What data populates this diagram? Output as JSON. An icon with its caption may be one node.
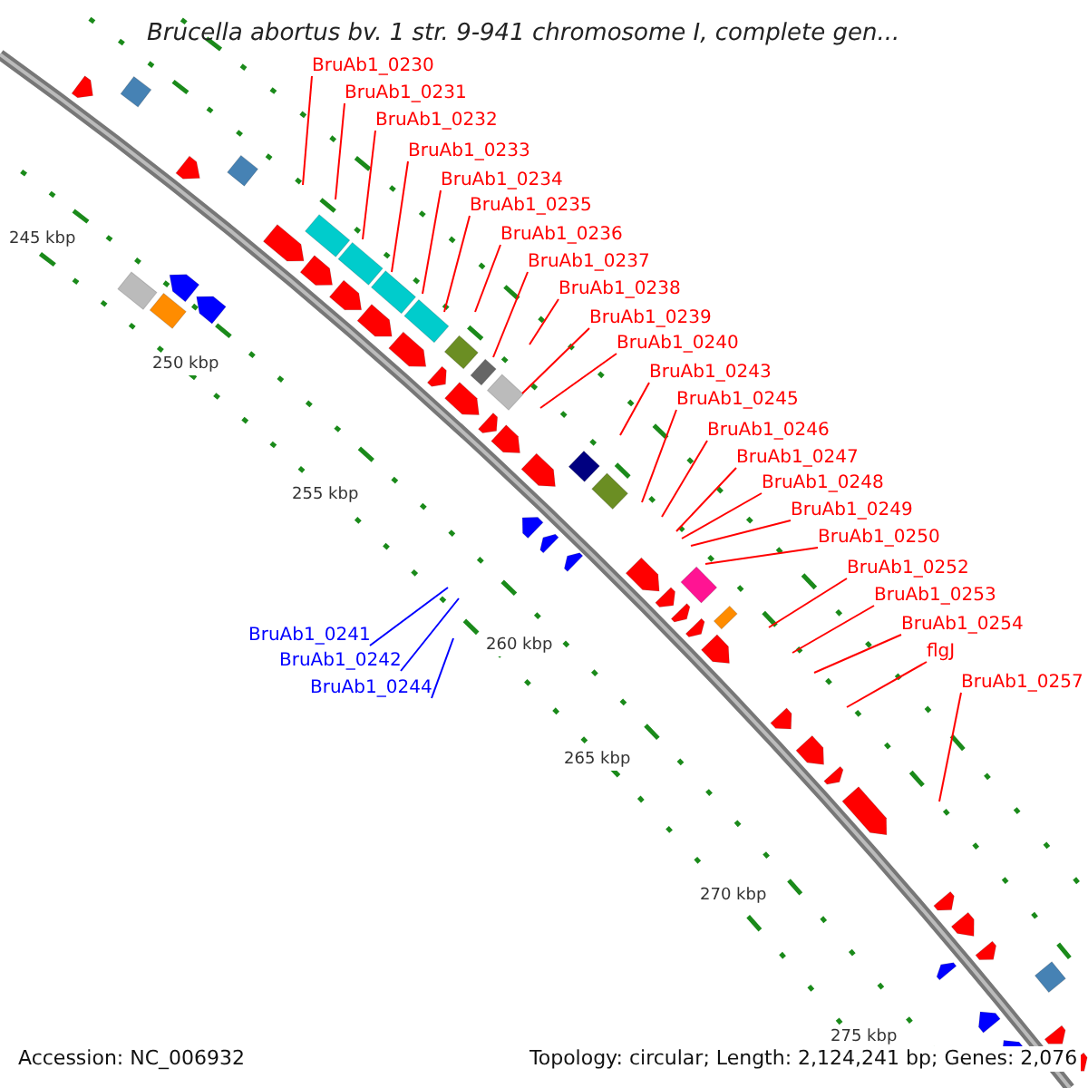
{
  "diagram": {
    "title": "Brucella abortus bv. 1 str. 9-941 chromosome I, complete gen...",
    "nodes": [
      {
        "text": [
          "BruAb1_0230"
        ]
      },
      {
        "text": [
          "BruAb1_0231"
        ]
      },
      {
        "text": [
          "BruAb1_0232"
        ]
      },
      {
        "text": [
          "BruAb1_0233"
        ]
      },
      {
        "text": [
          "BruAb1_0234"
        ]
      },
      {
        "text": [
          "BruAb1_0235"
        ]
      },
      {
        "text": [
          "BruAb1_0236"
        ]
      },
      {
        "text": [
          "BruAb1_0237"
        ]
      },
      {
        "text": [
          "BruAb1_0238"
        ]
      },
      {
        "text": [
          "BruAb1_0239"
        ]
      },
      {
        "text": [
          "BruAb1_0240"
        ]
      },
      {
        "text": [
          "BruAb1_0243"
        ]
      },
      {
        "text": [
          "BruAb1_0245"
        ]
      },
      {
        "text": [
          "BruAb1_0246"
        ]
      },
      {
        "text": [
          "BruAb1_0247"
        ]
      },
      {
        "text": [
          "BruAb1_0248"
        ]
      },
      {
        "text": [
          "BruAb1_0249"
        ]
      },
      {
        "text": [
          "BruAb1_0250"
        ]
      },
      {
        "text": [
          "BruAb1_0252"
        ]
      },
      {
        "text": [
          "BruAb1_0253"
        ]
      },
      {
        "text": [
          "BruAb1_0254"
        ]
      },
      {
        "text": [
          "flgJ"
        ]
      },
      {
        "text": [
          "BruAb1_0257"
        ]
      },
      {
        "text": [
          "BruAb1_0241"
        ]
      },
      {
        "text": [
          "BruAb1_0242"
        ]
      },
      {
        "text": [
          "BruAb1_0244"
        ]
      }
    ],
    "edges": [
      {
        "from": 0,
        "to": null,
        "arrow": "none"
      },
      {
        "from": 1,
        "to": null,
        "arrow": "none"
      },
      {
        "from": 2,
        "to": null,
        "arrow": "none"
      },
      {
        "from": 3,
        "to": null,
        "arrow": "none"
      },
      {
        "from": 4,
        "to": null,
        "arrow": "none"
      },
      {
        "from": 5,
        "to": null,
        "arrow": "none"
      },
      {
        "from": 6,
        "to": null,
        "arrow": "none"
      },
      {
        "from": 7,
        "to": null,
        "arrow": "none"
      },
      {
        "from": 8,
        "to": null,
        "arrow": "none"
      },
      {
        "from": 9,
        "to": null,
        "arrow": "none"
      },
      {
        "from": 10,
        "to": null,
        "arrow": "none"
      },
      {
        "from": 11,
        "to": null,
        "arrow": "none"
      },
      {
        "from": 12,
        "to": null,
        "arrow": "none"
      },
      {
        "from": 13,
        "to": null,
        "arrow": "none"
      },
      {
        "from": 14,
        "to": null,
        "arrow": "none"
      },
      {
        "from": 15,
        "to": null,
        "arrow": "none"
      },
      {
        "from": 16,
        "to": null,
        "arrow": "none"
      },
      {
        "from": 17,
        "to": null,
        "arrow": "none"
      },
      {
        "from": 18,
        "to": null,
        "arrow": "none"
      },
      {
        "from": 19,
        "to": null,
        "arrow": "none"
      },
      {
        "from": 20,
        "to": null,
        "arrow": "none"
      },
      {
        "from": 21,
        "to": null,
        "arrow": "none"
      },
      {
        "from": 22,
        "to": null,
        "arrow": "none"
      },
      {
        "from": 23,
        "to": null,
        "arrow": "none",
        "color": "#0000ff"
      },
      {
        "from": 24,
        "to": null,
        "arrow": "none",
        "color": "#0000ff"
      },
      {
        "from": 25,
        "to": null,
        "arrow": "none",
        "color": "#0000ff"
      }
    ],
    "labels": [
      "245 kbp",
      "250 kbp",
      "255 kbp",
      "260 kbp",
      "265 kbp",
      "270 kbp",
      "275 kbp",
      "Accession: NC_006932",
      "Topology: circular; Length: 2,124,241 bp; Genes: 2,076"
    ]
  }
}
